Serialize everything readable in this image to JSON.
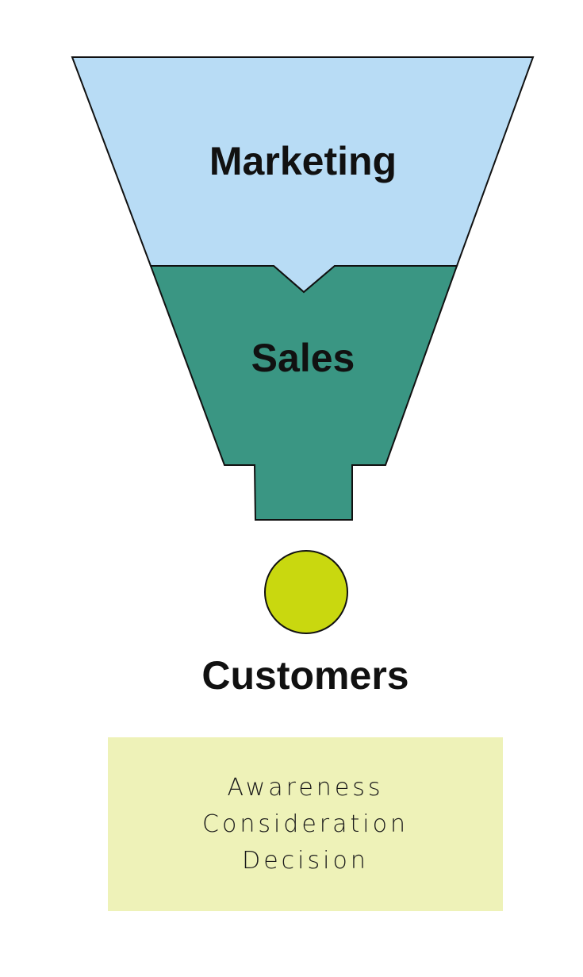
{
  "funnel": {
    "top_stage": {
      "label": "Marketing",
      "color": "#b8dcf5"
    },
    "middle_stage": {
      "label": "Sales",
      "color": "#3a9683"
    },
    "outcome": {
      "label": "Customers",
      "color": "#c9d80f"
    }
  },
  "steps": {
    "background": "#eef2b8",
    "items": [
      "Awareness",
      "Consideration",
      "Decision"
    ]
  }
}
